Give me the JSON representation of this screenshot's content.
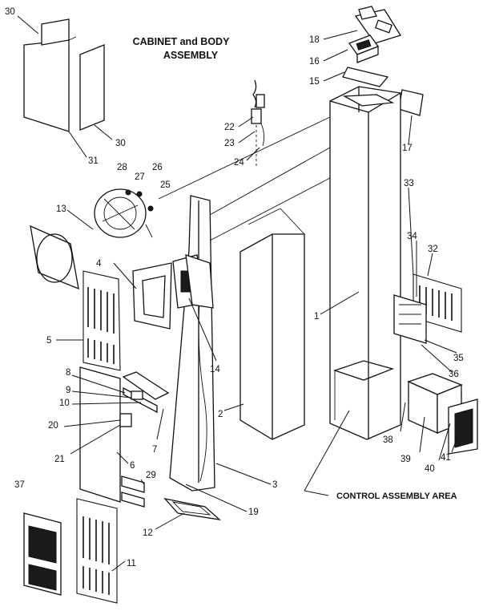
{
  "title": {
    "line1": "CABINET and BODY",
    "line2": "ASSEMBLY"
  },
  "area_label": "CONTROL ASSEMBLY AREA",
  "callouts": [
    "30",
    "31",
    "18",
    "16",
    "15",
    "22",
    "23",
    "24",
    "17",
    "26",
    "27",
    "28",
    "25",
    "13",
    "33",
    "34",
    "32",
    "4",
    "1",
    "14",
    "5",
    "35",
    "36",
    "8",
    "9",
    "10",
    "2",
    "20",
    "7",
    "38",
    "39",
    "40",
    "41",
    "21",
    "6",
    "3",
    "29",
    "19",
    "37",
    "12",
    "11"
  ]
}
